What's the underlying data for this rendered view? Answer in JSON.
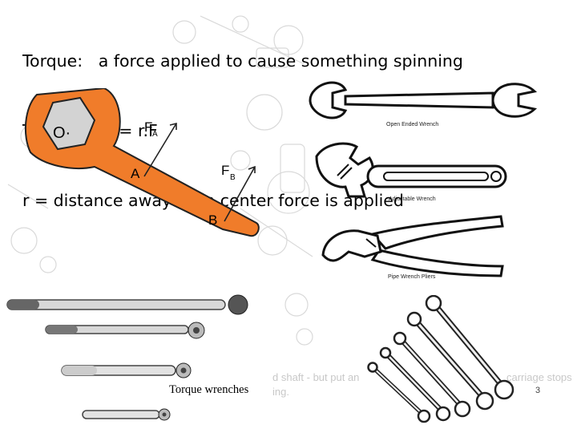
{
  "slide": {
    "line1": "Torque:   a force applied to cause something spinning",
    "line2": "Torque:    T = r.F",
    "line3": "r = distance away from center force is applied",
    "page_number": "3"
  },
  "diagram": {
    "center_label": "O·",
    "point_a_label": "A",
    "point_b_label": "B",
    "force_a_label": "F",
    "force_a_sub": "A",
    "force_b_label": "F",
    "force_b_sub": "B",
    "colors": {
      "wrench": "#f07c2a",
      "outline": "#222222",
      "hex_fill": "#d3d3d3"
    }
  },
  "images": {
    "open_ended_caption": "Open Ended Wrench",
    "adjustable_caption": "Adjustable Wrench",
    "pipe_caption": "Pipe Wrench Pliers",
    "torque_caption": "Torque wrenches",
    "background_text_1": "d shaft - but put an",
    "background_text_2": "ing.",
    "background_text_3": "carriage stops"
  }
}
